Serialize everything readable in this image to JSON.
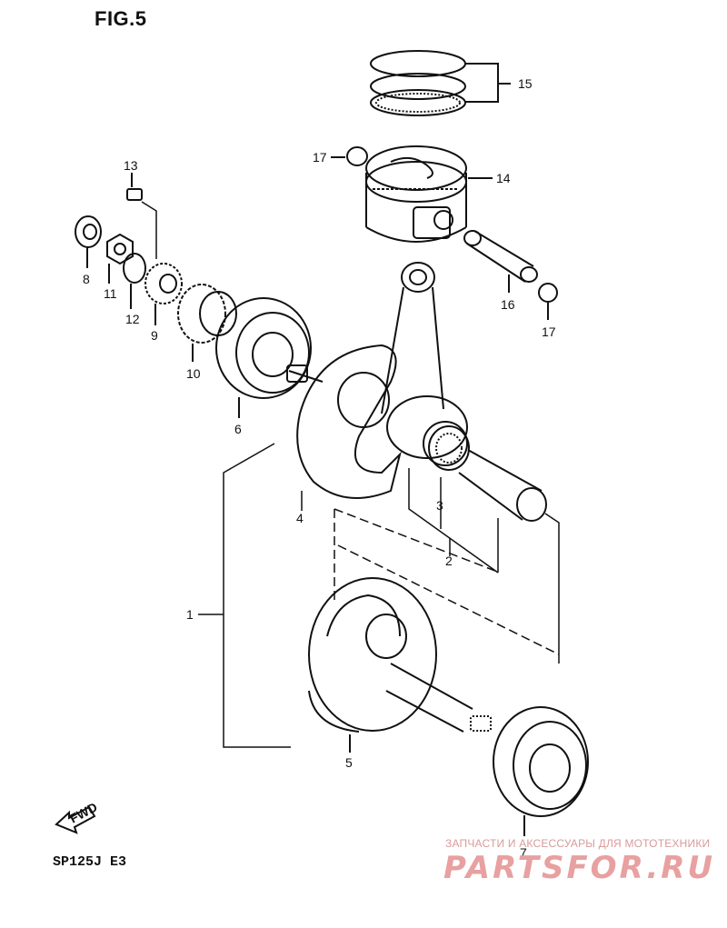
{
  "figure": {
    "title": "FIG.5",
    "model_code": "SP125J  E3",
    "fwd_label": "FWD"
  },
  "callouts": {
    "c1": "1",
    "c2": "2",
    "c3": "3",
    "c4": "4",
    "c5": "5",
    "c6": "6",
    "c7": "7",
    "c8": "8",
    "c9": "9",
    "c10": "10",
    "c11": "11",
    "c12": "12",
    "c13": "13",
    "c14": "14",
    "c15": "15",
    "c16": "16",
    "c17a": "17",
    "c17b": "17"
  },
  "parts": {
    "p1": "crankshaft-assembly",
    "p2": "connecting-rod-set",
    "p3": "needle-bearing",
    "p4": "left-crank-half",
    "p5": "right-crank-half",
    "p6": "ball-bearing-left",
    "p7": "ball-bearing-right",
    "p8": "oil-seal",
    "p9": "drive-gear-small",
    "p10": "drive-gear-large",
    "p11": "nut",
    "p12": "washer",
    "p13": "key",
    "p14": "piston",
    "p15": "piston-ring-set",
    "p16": "piston-pin",
    "p17": "circlip"
  },
  "watermark": {
    "tagline": "ЗАПЧАСТИ И АКСЕССУАРЫ ДЛЯ МОТОТЕХНИКИ",
    "brand": "PARTSFOR.RU"
  }
}
